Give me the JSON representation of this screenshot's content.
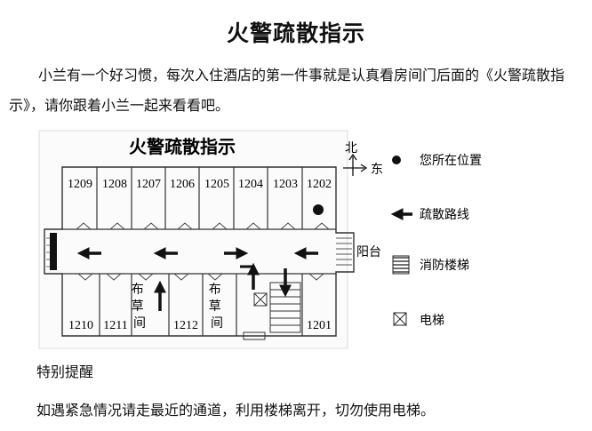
{
  "title": "火警疏散指示",
  "intro": "小兰有一个好习惯，每次入住酒店的第一件事就是认真看房间门后面的《火警疏散指示》，请你跟着小兰一起来看看吧。",
  "plan": {
    "title": "火警疏散指示",
    "north_rooms": [
      "1209",
      "1208",
      "1207",
      "1206",
      "1205",
      "1204",
      "1203",
      "1202"
    ],
    "south_rooms": [
      "1210",
      "1211",
      "1212",
      "1201"
    ],
    "grass_label": "布草间",
    "balcony_label": "阳台"
  },
  "compass": {
    "north": "北",
    "east": "东"
  },
  "legend": [
    {
      "icon": "dot-icon",
      "label": "您所在位置"
    },
    {
      "icon": "arrow-left-icon",
      "label": "疏散路线"
    },
    {
      "icon": "stairs-icon",
      "label": "消防楼梯"
    },
    {
      "icon": "elevator-icon",
      "label": "电梯"
    }
  ],
  "special_title": "特别提醒",
  "special_body": "如遇紧急情况请走最近的通道，利用楼梯离开，切勿使用电梯。"
}
